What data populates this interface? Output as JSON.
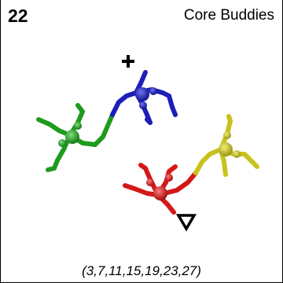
{
  "panel": {
    "number": "22",
    "title": "Core Buddies",
    "caption": "(3,7,11,15,19,23,27)"
  },
  "markers": {
    "plus": "+",
    "triangle": "▽"
  },
  "colors": {
    "green": "#1e9b1e",
    "blue": "#1c1fb8",
    "red": "#d41818",
    "yellow": "#c8c21c",
    "background": "#ffffff",
    "ink": "#000000"
  }
}
